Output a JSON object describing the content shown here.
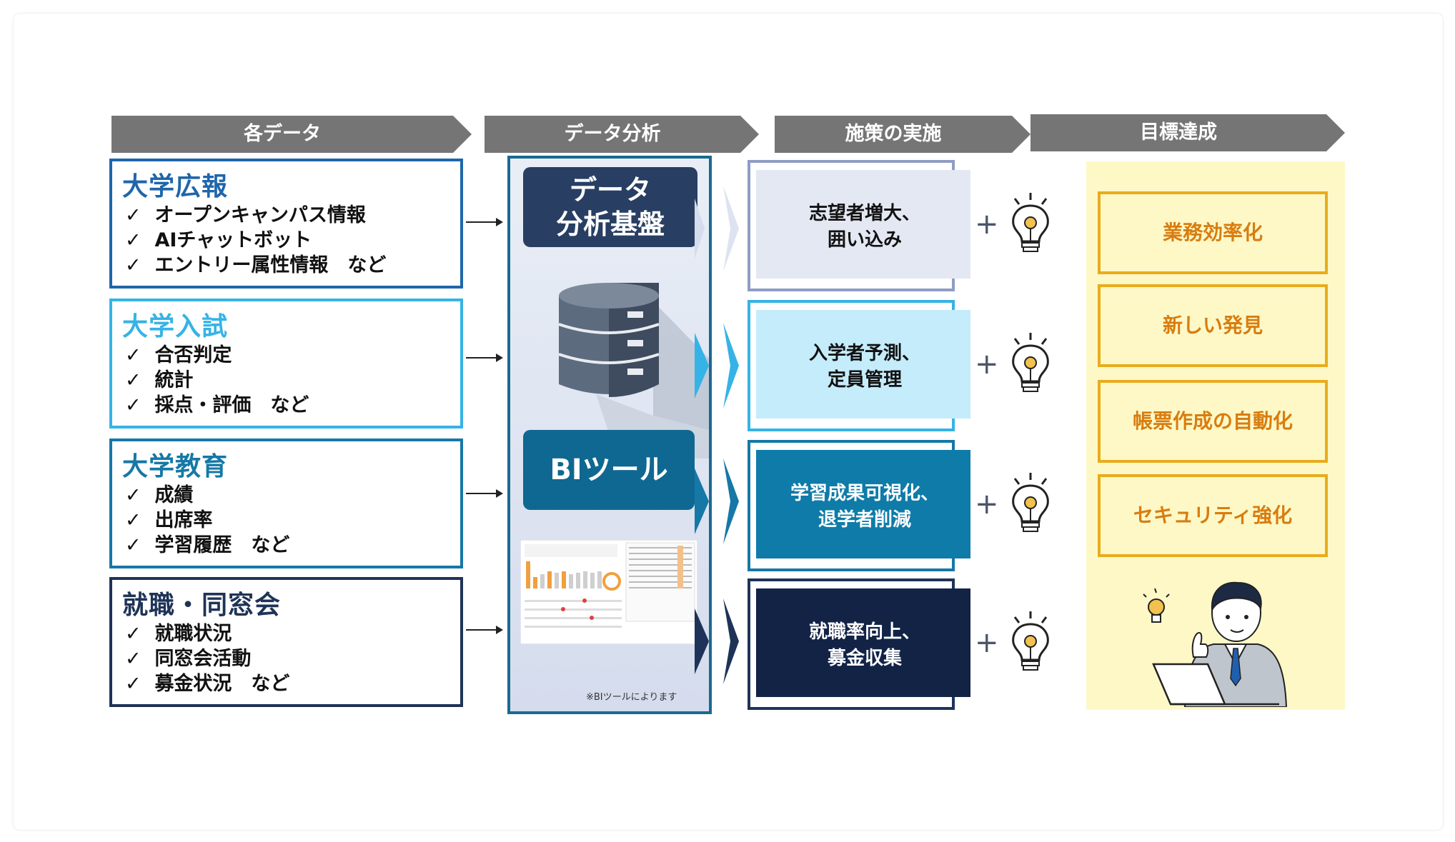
{
  "headers": {
    "data": "各データ",
    "analysis": "データ分析",
    "measures": "施策の実施",
    "goals": "目標達成"
  },
  "categories": [
    {
      "title": "大学広報",
      "items": [
        "オープンキャンパス情報",
        "AIチャットボット",
        "エントリー属性情報　など"
      ],
      "color": "#1f66ab"
    },
    {
      "title": "大学入試",
      "items": [
        "合否判定",
        "統計",
        "採点・評価　など"
      ],
      "color": "#35b3e6"
    },
    {
      "title": "大学教育",
      "items": [
        "成績",
        "出席率",
        "学習履歴　など"
      ],
      "color": "#1678a6"
    },
    {
      "title": "就職・同窓会",
      "items": [
        "就職状況",
        "同窓会活動",
        "募金状況　など"
      ],
      "color": "#1e3357"
    }
  ],
  "check_mark": "✓",
  "analysis": {
    "platform_label": "データ\n分析基盤",
    "bi_label": "BIツール",
    "note": "※BIツールによります"
  },
  "measures": [
    {
      "line1": "志望者増大、",
      "line2": "囲い込み"
    },
    {
      "line1": "入学者予測、",
      "line2": "定員管理"
    },
    {
      "line1": "学習成果可視化、",
      "line2": "退学者削減"
    },
    {
      "line1": "就職率向上、",
      "line2": "募金収集"
    }
  ],
  "plus_sign": "+",
  "goals": [
    "業務効率化",
    "新しい発見",
    "帳票作成の自動化",
    "セキュリティ強化"
  ],
  "colors": {
    "header": "#757575",
    "platform": "#283f63",
    "bi": "#0f6891",
    "goal_border": "#e8ac1c",
    "goal_text": "#d87d10",
    "goal_bg": "#fef8c7"
  }
}
